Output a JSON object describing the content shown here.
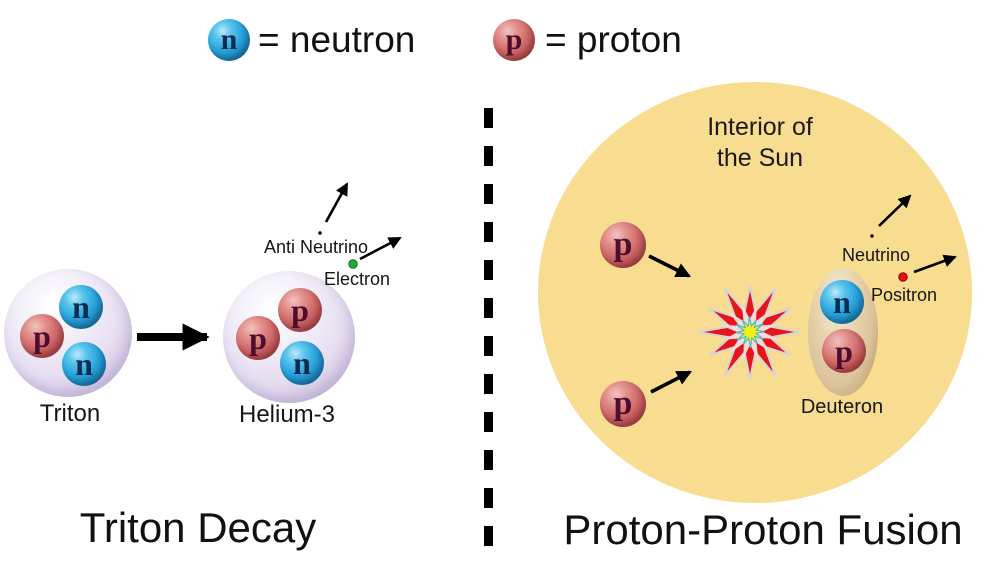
{
  "legend": {
    "neutron_symbol": "n",
    "neutron_label": "= neutron",
    "proton_symbol": "p",
    "proton_label": "= proton"
  },
  "left": {
    "title": "Triton Decay",
    "triton": {
      "label": "Triton",
      "proton_symbol": "p",
      "neutron1_symbol": "n",
      "neutron2_symbol": "n"
    },
    "helium3": {
      "label": "Helium-3",
      "proton1_symbol": "p",
      "proton2_symbol": "p",
      "neutron_symbol": "n"
    },
    "anti_neutrino_label": "Anti Neutrino",
    "electron_label": "Electron"
  },
  "right": {
    "title": "Proton-Proton Fusion",
    "sun_label_line1": "Interior of",
    "sun_label_line2": "the Sun",
    "proton_upper_symbol": "p",
    "proton_lower_symbol": "p",
    "neutrino_label": "Neutrino",
    "positron_label": "Positron",
    "deuteron": {
      "label": "Deuteron",
      "neutron_symbol": "n",
      "proton_symbol": "p"
    }
  },
  "colors": {
    "sun_yellow": "#f8dc90",
    "neutron_blue": "#2aa6dd",
    "proton_red": "#d06a6a",
    "nucleus_lavender": "#e6def1",
    "deuteron_tan": "#dcc49c",
    "explosion_red": "#e8141c",
    "explosion_core_yellow": "#f6f012",
    "electron_green": "#1fa83c",
    "positron_red": "#e01414",
    "arrow_black": "#000000"
  }
}
